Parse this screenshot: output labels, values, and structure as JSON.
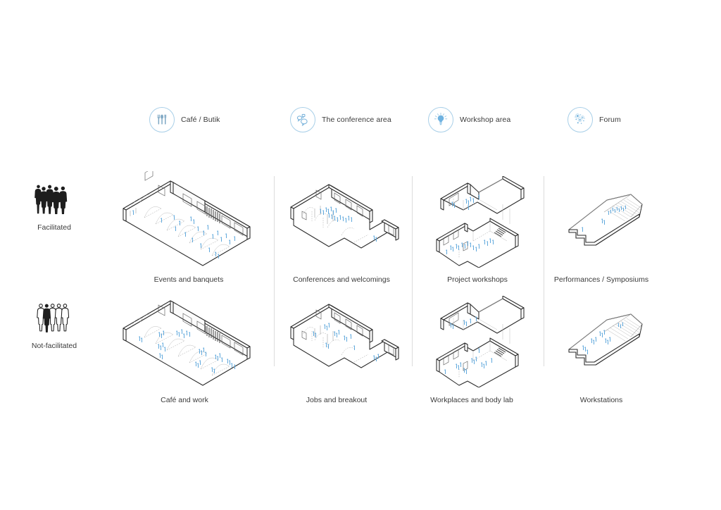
{
  "page": {
    "title": "Programmatic scenarios matrix",
    "background": "#ffffff",
    "accent_blue": "#5fa8dc",
    "icon_ring": "#a8cfe8",
    "divider_color": "#dcdcdc",
    "text_color": "#3a3a3a"
  },
  "categories": [
    {
      "id": "cafe",
      "label": "Café / Butik",
      "icon": "cutlery-icon"
    },
    {
      "id": "conference",
      "label": "The conference area",
      "icon": "speech-bubbles-icon"
    },
    {
      "id": "workshop",
      "label": "Workshop area",
      "icon": "lightbulb-icon"
    },
    {
      "id": "forum",
      "label": "Forum",
      "icon": "dots-scatter-icon"
    }
  ],
  "rows": [
    {
      "id": "facilitated",
      "label": "Facilitated",
      "icon": "people-group-filled-icon"
    },
    {
      "id": "not-facilitated",
      "label": "Not-facilitated",
      "icon": "people-group-outline-icon"
    }
  ],
  "scenarios": {
    "facilitated": [
      {
        "caption": "Events and banquets",
        "drawing": "vaulted-hall-iso"
      },
      {
        "caption": "Conferences and welcomings",
        "drawing": "l-shaped-room-iso"
      },
      {
        "caption": "Project workshops",
        "drawing": "two-volume-workshop-iso"
      },
      {
        "caption": "Performances / Symposiums",
        "drawing": "forum-amphitheatre-iso"
      }
    ],
    "not-facilitated": [
      {
        "caption": "Café and work",
        "drawing": "vaulted-hall-iso"
      },
      {
        "caption": "Jobs and breakout",
        "drawing": "l-shaped-room-iso"
      },
      {
        "caption": "Workplaces and body lab",
        "drawing": "two-volume-workshop-iso"
      },
      {
        "caption": "Workstations",
        "drawing": "forum-amphitheatre-iso"
      }
    ]
  }
}
